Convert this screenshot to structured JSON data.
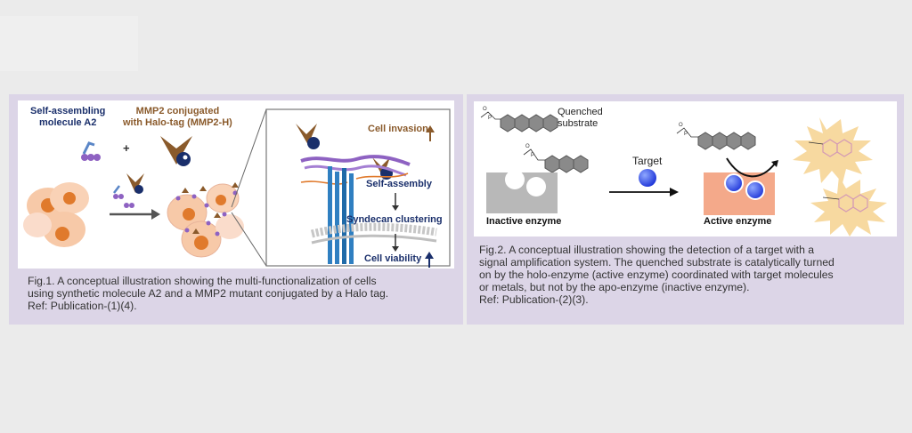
{
  "fig1": {
    "label_a2_line1": "Self-assembling",
    "label_a2_line2": "molecule A2",
    "label_mmp2_line1": "MMP2 conjugated",
    "label_mmp2_line2": "with Halo-tag (MMP2-H)",
    "plus_sign": "+",
    "label_invasion": "Cell invasion",
    "label_self_assembly": "Self-assembly",
    "label_syndecan": "Syndecan clustering",
    "label_viability": "Cell viability",
    "caption_line1": "Fig.1. A conceptual illustration showing the multi-functionalization of cells",
    "caption_line2": "using synthetic molecule A2 and a MMP2 mutant conjugated by a Halo tag.",
    "caption_line3": "Ref: Publication-(1)(4)."
  },
  "fig2": {
    "label_quenched_line1": "Quenched",
    "label_quenched_line2": "substrate",
    "label_target": "Target",
    "label_inactive": "Inactive enzyme",
    "label_active": "Active enzyme",
    "caption_line1": "Fig.2. A conceptual illustration showing the detection of a target with a",
    "caption_line2": "signal amplification system. The quenched substrate is catalytically turned",
    "caption_line3": "on by the holo-enzyme (active enzyme) coordinated with target molecules",
    "caption_line4": "or metals, but not by the apo-enzyme (inactive enzyme).",
    "caption_line5": "Ref: Publication-(2)(3)."
  },
  "colors": {
    "panel_bg": "#dcd5e7",
    "navy": "#1a2f6b",
    "brown": "#8a5a2b",
    "purple": "#8e62c2",
    "cell": "#f7c9a8",
    "nucleus": "#e07a2c",
    "membrane_blue": "#2f7fc1",
    "active_enzyme": "#f4a98a",
    "star": "#f7d9a0"
  }
}
